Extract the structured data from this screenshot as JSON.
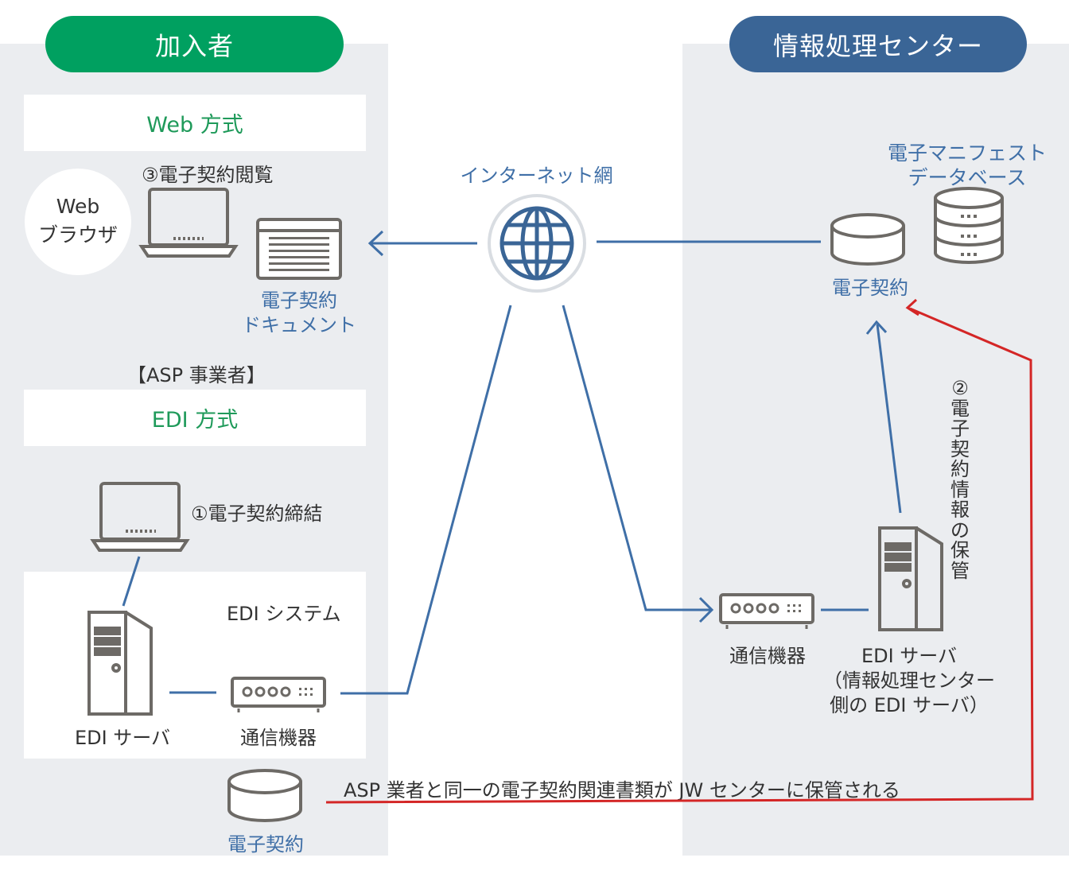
{
  "colors": {
    "green": "#00a060",
    "navy": "#3a6596",
    "line": "#3f6fa7",
    "red": "#d42626",
    "gray": "#6d6a66"
  },
  "subscriber": {
    "title": "加入者",
    "web_method": "Web 方式",
    "view_label": "③電子契約閲覧",
    "web_browser": [
      "Web",
      "ブラウザ"
    ],
    "document": [
      "電子契約",
      "ドキュメント"
    ],
    "asp_label": "【ASP 事業者】",
    "edi_method": "EDI 方式",
    "sign_label": "①電子契約締結",
    "edi_system": "EDI システム",
    "edi_server": "EDI サーバ",
    "comm_device": "通信機器",
    "contract": "電子契約"
  },
  "internet": {
    "label": "インターネット網"
  },
  "center": {
    "title": "情報処理センター",
    "manifest_db": [
      "電子マニフェスト",
      "データベース"
    ],
    "contract": "電子契約",
    "storage_note": [
      "②",
      "電",
      "子",
      "契",
      "約",
      "情",
      "報",
      "の",
      "保",
      "管"
    ],
    "comm_device": "通信機器",
    "edi_server": [
      "EDI サーバ",
      "（情報処理センター",
      "側の EDI サーバ）"
    ]
  },
  "bottom_note": "ASP 業者と同一の電子契約関連書類が JW センターに保管される"
}
